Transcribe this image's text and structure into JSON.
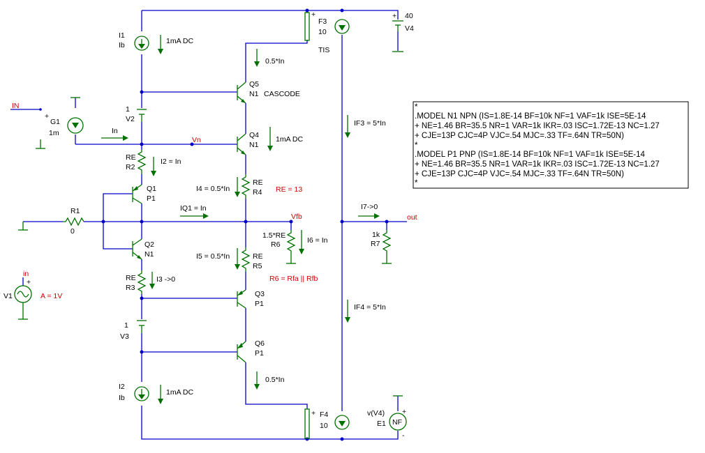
{
  "labels": {
    "i1_name": "I1",
    "i1_val": "Ib",
    "i1_dc": "1mA DC",
    "i2_name": "I2",
    "i2_val": "Ib",
    "i2_dc": "1mA DC",
    "f3_name": "F3",
    "f3_val": "10",
    "f4_name": "F4",
    "f4_val": "10",
    "v4_val": "40",
    "v4_name": "V4",
    "tis": "TIS",
    "cascode": "CASCODE",
    "q5_name": "Q5",
    "q5_type": "N1",
    "q5_current": "0.5*In",
    "q4_name": "Q4",
    "q4_type": "N1",
    "q4_dc": "1mA DC",
    "q1_name": "Q1",
    "q1_type": "P1",
    "q2_name": "Q2",
    "q2_type": "N1",
    "q3_name": "Q3",
    "q3_type": "P1",
    "q6_name": "Q6",
    "q6_type": "P1",
    "q6_current": "0.5*In",
    "v2_val": "1",
    "v2_name": "V2",
    "v3_val": "1",
    "v3_name": "V3",
    "g1_name": "G1",
    "g1_val": "1m",
    "in_node": "IN",
    "in_current": "In",
    "vn_node": "Vn",
    "re_r2": "RE",
    "r2_name": "R2",
    "i2_eq": "I2 = In",
    "re_r4": "RE",
    "r4_name": "R4",
    "i4_eq": "I4 = 0.5*In",
    "re_eq": "RE = 13",
    "r1_name": "R1",
    "r1_val": "0",
    "iq1_eq": "IQ1 = In",
    "vfb_node": "Vfb",
    "r6_val": "1.5*RE",
    "r6_name": "R6",
    "i6_eq": "I6 = In",
    "re_r5": "RE",
    "r5_name": "R5",
    "i5_eq": "I5 = 0.5*In",
    "r6_eq": "R6 = Rfa || Rfb",
    "re_r3": "RE",
    "r3_name": "R3",
    "i3_eq": "I3 ->0",
    "in_src": "in",
    "v1_name": "V1",
    "a_eq": "A = 1V",
    "if3_eq": "IF3 = 5*In",
    "if4_eq": "IF4 = 5*In",
    "i7_eq": "I7->0",
    "out_node": "out",
    "r7_val": "1k",
    "r7_name": "R7",
    "e1_expr": "v(V4)",
    "e1_name": "E1",
    "e1_sym": "NF",
    "plus": "+",
    "minus": "-"
  },
  "model_text": [
    "*",
    ".MODEL N1 NPN (IS=1.8E-14 BF=10k NF=1 VAF=1k ISE=5E-14",
    "+ NE=1.46 BR=35.5 NR=1 VAR=1k IKR=.03 ISC=1.72E-13 NC=1.27",
    "+ CJE=13P CJC=4P VJC=.54 MJC=.33 TF=.64N TR=50N)",
    "*",
    ".MODEL P1 PNP (IS=1.8E-14 BF=10k NF=1 VAF=1k ISE=5E-14",
    "+ NE=1.46 BR=35.5 NR=1 VAR=1k IKR=.03 ISC=1.72E-13 NC=1.27",
    "+ CJE=13P CJC=4P VJC=.54 MJC=.33 TF=.64N TR=50N)",
    "*"
  ],
  "colors": {
    "wire": "#0000c8",
    "component": "#007000",
    "note": "#d00000",
    "node_label": "#d00000"
  }
}
